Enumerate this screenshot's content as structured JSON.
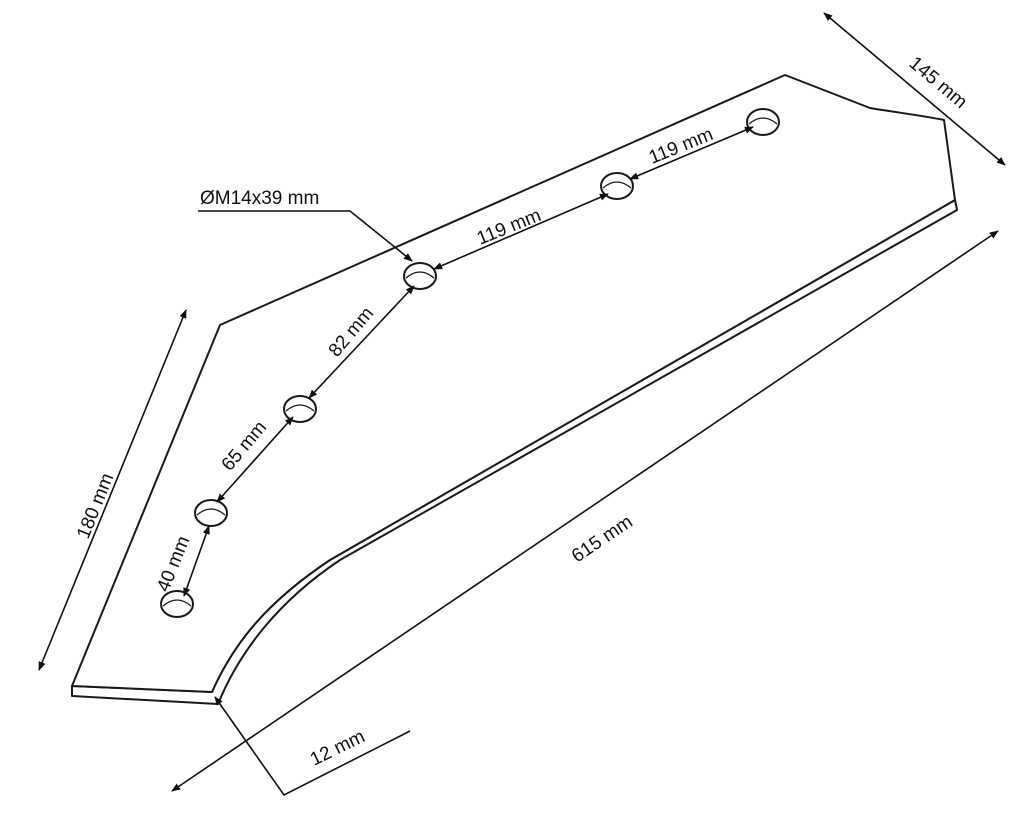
{
  "diagram": {
    "colors": {
      "line": "#111111",
      "background": "#ffffff"
    },
    "labels": {
      "hole_spec": "ØM14x39 mm",
      "spacing_top_right": "119 mm",
      "spacing_top_mid": "119 mm",
      "spacing_mid": "82 mm",
      "spacing_lower": "65 mm",
      "spacing_bottom": "40 mm",
      "height_left": "180 mm",
      "width_right": "145 mm",
      "length_total": "615 mm",
      "thickness": "12 mm"
    }
  }
}
